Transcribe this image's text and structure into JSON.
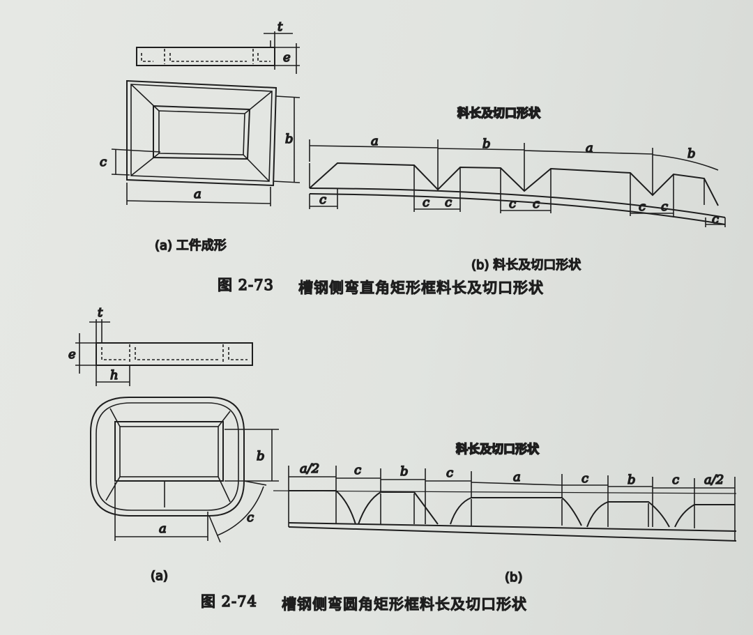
{
  "fig73": {
    "caption_num": "图 2-73",
    "caption_text": "槽钢侧弯直角矩形框料长及切口形状",
    "sub_a": "(a) 工件成形",
    "sub_b": "(b) 料长及切口形状",
    "strip_title": "料长及切口形状",
    "dims": {
      "t": "t",
      "e": "e",
      "b": "b",
      "c": "c",
      "a": "a"
    }
  },
  "fig74": {
    "caption_num": "图 2-74",
    "caption_text": "槽钢侧弯圆角矩形框料长及切口形状",
    "sub_a": "(a)",
    "sub_b": "(b)",
    "strip_title": "料长及切口形状",
    "dims": {
      "t": "t",
      "e": "e",
      "h": "h",
      "b": "b",
      "a": "a",
      "c": "c",
      "a_half": "a/2"
    }
  }
}
